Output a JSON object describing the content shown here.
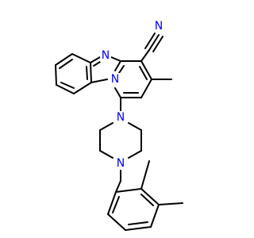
{
  "molecule": {
    "atoms": [
      {
        "id": "n_nitrile",
        "symbol": "N",
        "color": "#0000ff"
      },
      {
        "id": "n_imine",
        "symbol": "N",
        "color": "#0000ff"
      },
      {
        "id": "n_bridge",
        "symbol": "N",
        "color": "#0000ff"
      },
      {
        "id": "n_pip_top",
        "symbol": "N",
        "color": "#0000ff"
      },
      {
        "id": "n_pip_bottom",
        "symbol": "N",
        "color": "#0000ff"
      }
    ],
    "bond_color": "#000000"
  }
}
